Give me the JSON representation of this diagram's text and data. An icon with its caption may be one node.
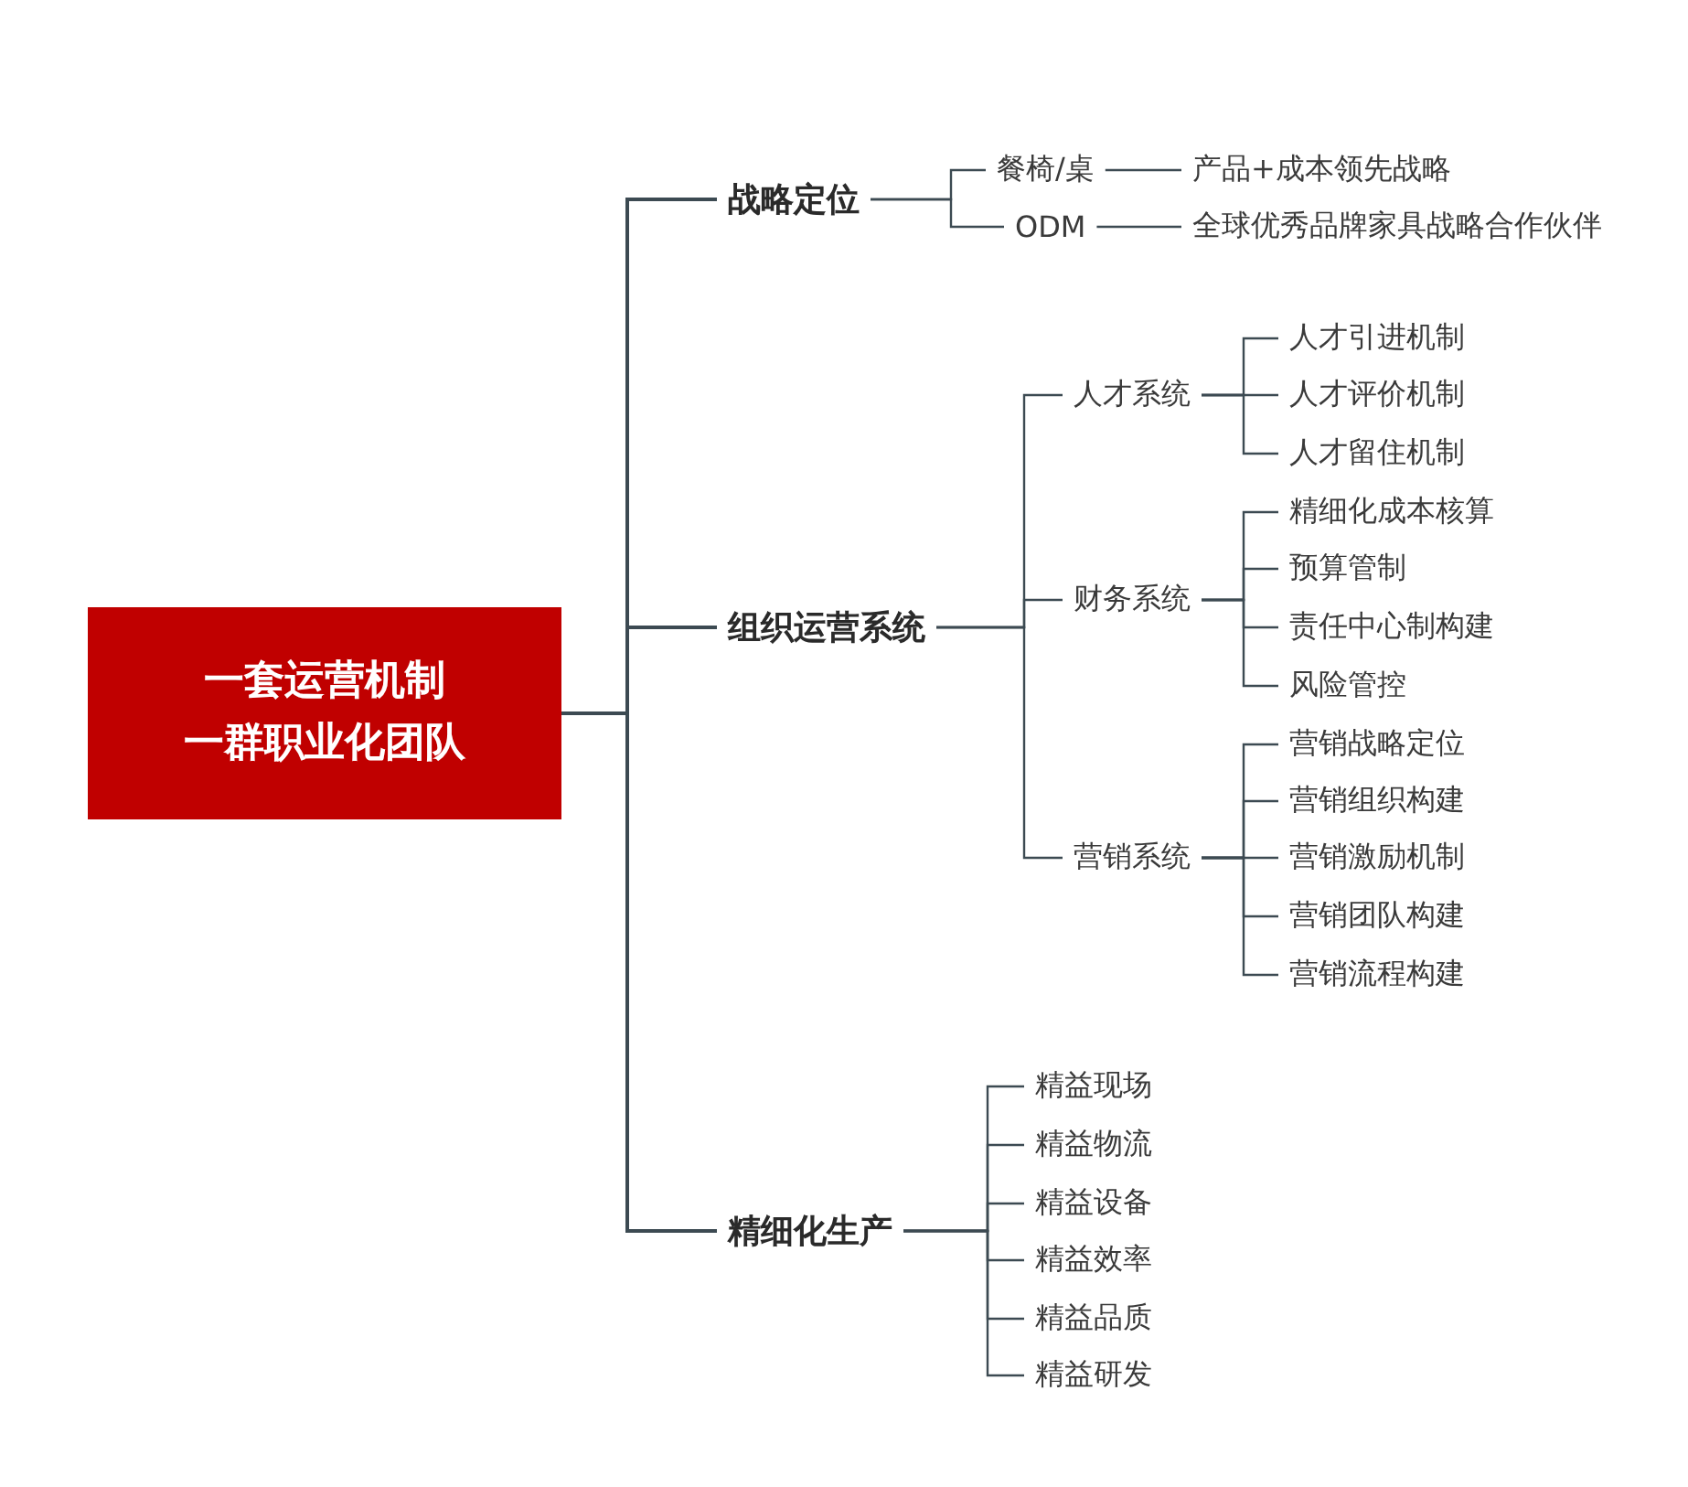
{
  "diagram": {
    "nodes": [
      {
        "text": [
          "一套运营机制",
          "一群职业化团队"
        ]
      },
      {
        "text": [
          "战略定位"
        ]
      },
      {
        "text": [
          "餐椅/桌"
        ]
      },
      {
        "text": [
          "产品+成本领先战略"
        ]
      },
      {
        "text": [
          "ODM"
        ]
      },
      {
        "text": [
          "全球优秀品牌家具战略合作伙伴"
        ]
      },
      {
        "text": [
          "组织运营系统"
        ]
      },
      {
        "text": [
          "人才系统"
        ]
      },
      {
        "text": [
          "人才引进机制"
        ]
      },
      {
        "text": [
          "人才评价机制"
        ]
      },
      {
        "text": [
          "人才留住机制"
        ]
      },
      {
        "text": [
          "财务系统"
        ]
      },
      {
        "text": [
          "精细化成本核算"
        ]
      },
      {
        "text": [
          "预算管制"
        ]
      },
      {
        "text": [
          "责任中心制构建"
        ]
      },
      {
        "text": [
          "风险管控"
        ]
      },
      {
        "text": [
          "营销系统"
        ]
      },
      {
        "text": [
          "营销战略定位"
        ]
      },
      {
        "text": [
          "营销组织构建"
        ]
      },
      {
        "text": [
          "营销激励机制"
        ]
      },
      {
        "text": [
          "营销团队构建"
        ]
      },
      {
        "text": [
          "营销流程构建"
        ]
      },
      {
        "text": [
          "精细化生产"
        ]
      },
      {
        "text": [
          "精益现场"
        ]
      },
      {
        "text": [
          "精益物流"
        ]
      },
      {
        "text": [
          "精益设备"
        ]
      },
      {
        "text": [
          "精益效率"
        ]
      },
      {
        "text": [
          "精益品质"
        ]
      },
      {
        "text": [
          "精益研发"
        ]
      }
    ],
    "edges": [
      {
        "from": 0,
        "to": 1,
        "arrow": "none"
      },
      {
        "from": 0,
        "to": 6,
        "arrow": "none"
      },
      {
        "from": 0,
        "to": 22,
        "arrow": "none"
      },
      {
        "from": 1,
        "to": 2,
        "arrow": "none"
      },
      {
        "from": 1,
        "to": 4,
        "arrow": "none"
      },
      {
        "from": 2,
        "to": 3,
        "arrow": "none"
      },
      {
        "from": 4,
        "to": 5,
        "arrow": "none"
      },
      {
        "from": 6,
        "to": 7,
        "arrow": "none"
      },
      {
        "from": 6,
        "to": 11,
        "arrow": "none"
      },
      {
        "from": 6,
        "to": 16,
        "arrow": "none"
      },
      {
        "from": 7,
        "to": 8,
        "arrow": "none"
      },
      {
        "from": 7,
        "to": 9,
        "arrow": "none"
      },
      {
        "from": 7,
        "to": 10,
        "arrow": "none"
      },
      {
        "from": 11,
        "to": 12,
        "arrow": "none"
      },
      {
        "from": 11,
        "to": 13,
        "arrow": "none"
      },
      {
        "from": 11,
        "to": 14,
        "arrow": "none"
      },
      {
        "from": 11,
        "to": 15,
        "arrow": "none"
      },
      {
        "from": 16,
        "to": 17,
        "arrow": "none"
      },
      {
        "from": 16,
        "to": 18,
        "arrow": "none"
      },
      {
        "from": 16,
        "to": 19,
        "arrow": "none"
      },
      {
        "from": 16,
        "to": 20,
        "arrow": "none"
      },
      {
        "from": 16,
        "to": 21,
        "arrow": "none"
      },
      {
        "from": 22,
        "to": 23,
        "arrow": "none"
      },
      {
        "from": 22,
        "to": 24,
        "arrow": "none"
      },
      {
        "from": 22,
        "to": 25,
        "arrow": "none"
      },
      {
        "from": 22,
        "to": 26,
        "arrow": "none"
      },
      {
        "from": 22,
        "to": 27,
        "arrow": "none"
      },
      {
        "from": 22,
        "to": 28,
        "arrow": "none"
      }
    ]
  }
}
